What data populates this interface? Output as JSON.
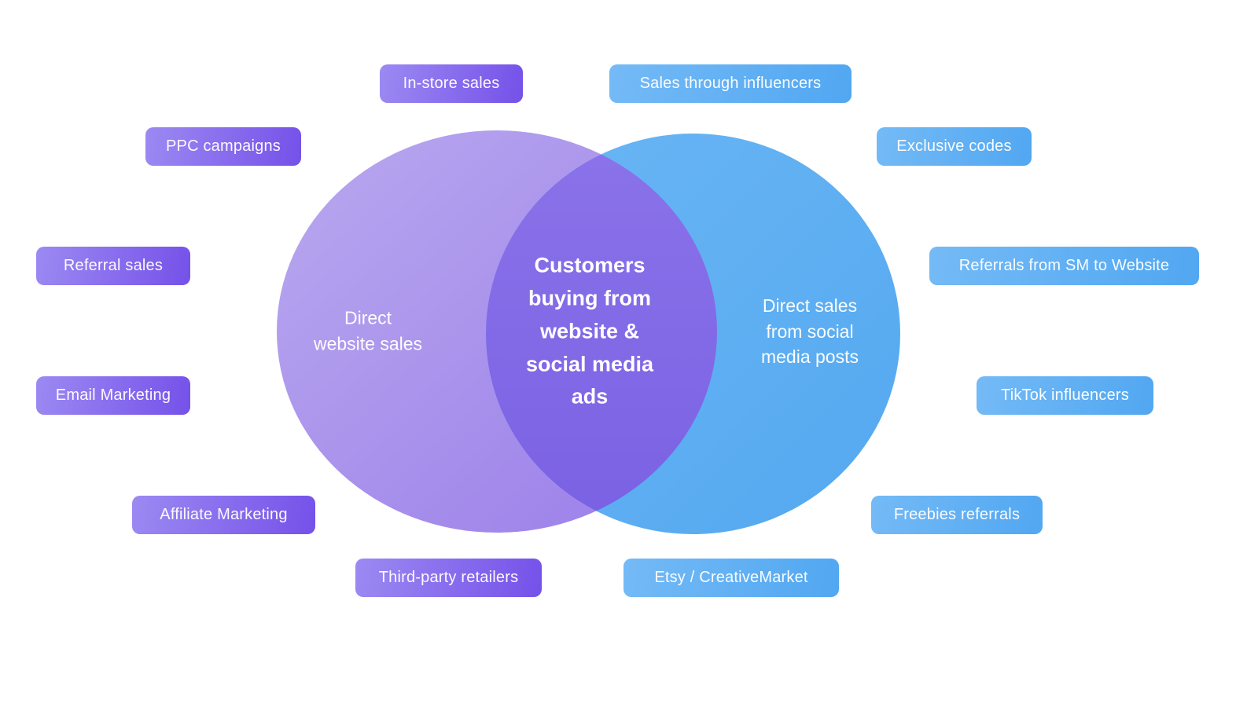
{
  "venn": {
    "left_label": "Direct\nwebsite sales",
    "overlap_label": "Customers\nbuying from\nwebsite &\nsocial media\nads",
    "right_label": "Direct sales\nfrom social\nmedia posts"
  },
  "badges": {
    "purple": [
      {
        "label": "In-store sales"
      },
      {
        "label": "PPC campaigns"
      },
      {
        "label": "Referral sales"
      },
      {
        "label": "Email Marketing"
      },
      {
        "label": "Affiliate Marketing"
      },
      {
        "label": "Third-party retailers"
      }
    ],
    "blue": [
      {
        "label": "Sales through influencers"
      },
      {
        "label": "Exclusive codes"
      },
      {
        "label": "Referrals from SM to Website"
      },
      {
        "label": "TikTok influencers"
      },
      {
        "label": "Freebies referrals"
      },
      {
        "label": "Etsy / CreativeMarket"
      }
    ]
  },
  "colors": {
    "purple_circle_start": "#b9a9ef",
    "purple_circle_end": "#9a7de9",
    "blue_circle_start": "#6ab6f4",
    "blue_circle_end": "#54a8f0",
    "overlap_start": "#8b73ea",
    "overlap_end": "#7a61e3",
    "badge_purple_start": "#9c8af2",
    "badge_purple_end": "#7551e9",
    "badge_blue_start": "#74baf6",
    "badge_blue_end": "#51a7f1",
    "background": "#ffffff",
    "text_on_shapes": "#ffffff"
  }
}
